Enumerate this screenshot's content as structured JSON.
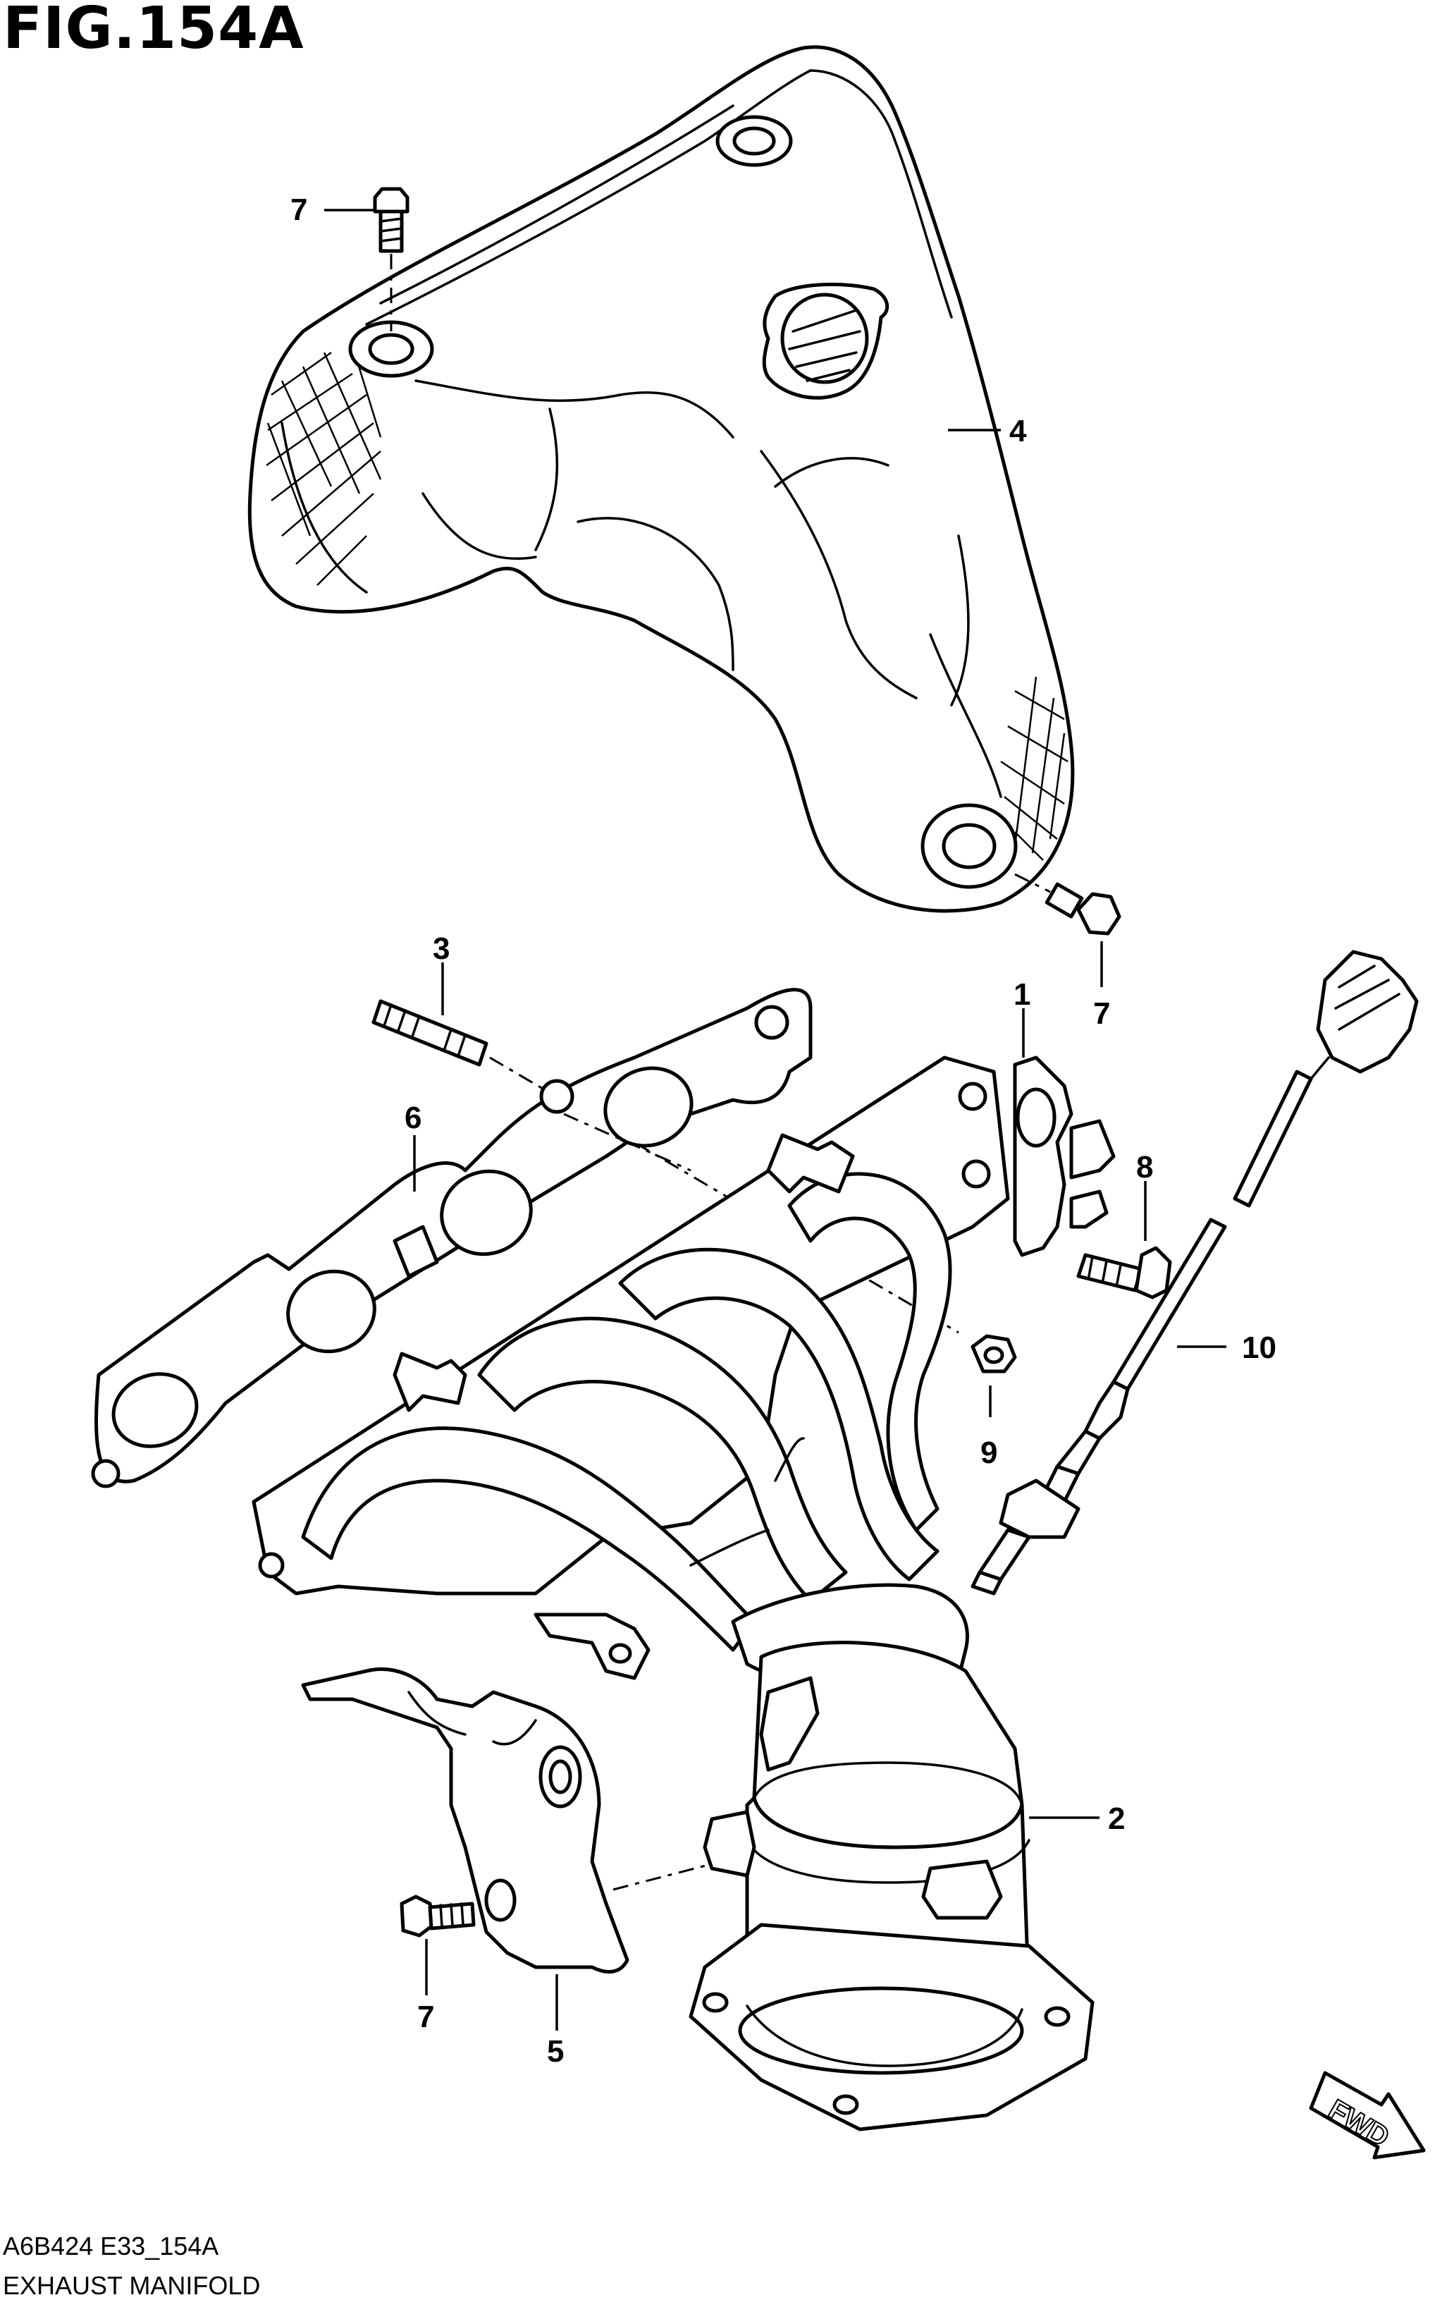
{
  "figure": {
    "title": "FIG.154A",
    "code": "A6B424 E33_154A",
    "name": "EXHAUST MANIFOLD",
    "fwd_label": "FWD"
  },
  "callouts": [
    {
      "id": "c7a",
      "label": "7"
    },
    {
      "id": "c4",
      "label": "4"
    },
    {
      "id": "c7b",
      "label": "7"
    },
    {
      "id": "c3",
      "label": "3"
    },
    {
      "id": "c1",
      "label": "1"
    },
    {
      "id": "c6",
      "label": "6"
    },
    {
      "id": "c8",
      "label": "8"
    },
    {
      "id": "c10",
      "label": "10"
    },
    {
      "id": "c9",
      "label": "9"
    },
    {
      "id": "c2",
      "label": "2"
    },
    {
      "id": "c7c",
      "label": "7"
    },
    {
      "id": "c5",
      "label": "5"
    }
  ]
}
